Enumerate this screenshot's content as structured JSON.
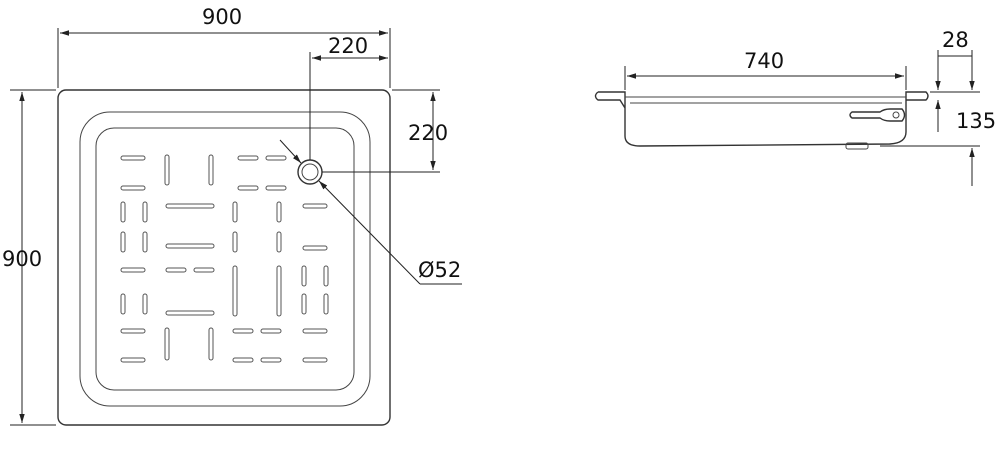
{
  "top_view": {
    "width_label": "900",
    "height_label": "900",
    "drain_offset_x_label": "220",
    "drain_offset_y_label": "220",
    "drain_diameter_label": "Ø52"
  },
  "side_view": {
    "length_label": "740",
    "rim_label": "28",
    "height_label": "135"
  }
}
